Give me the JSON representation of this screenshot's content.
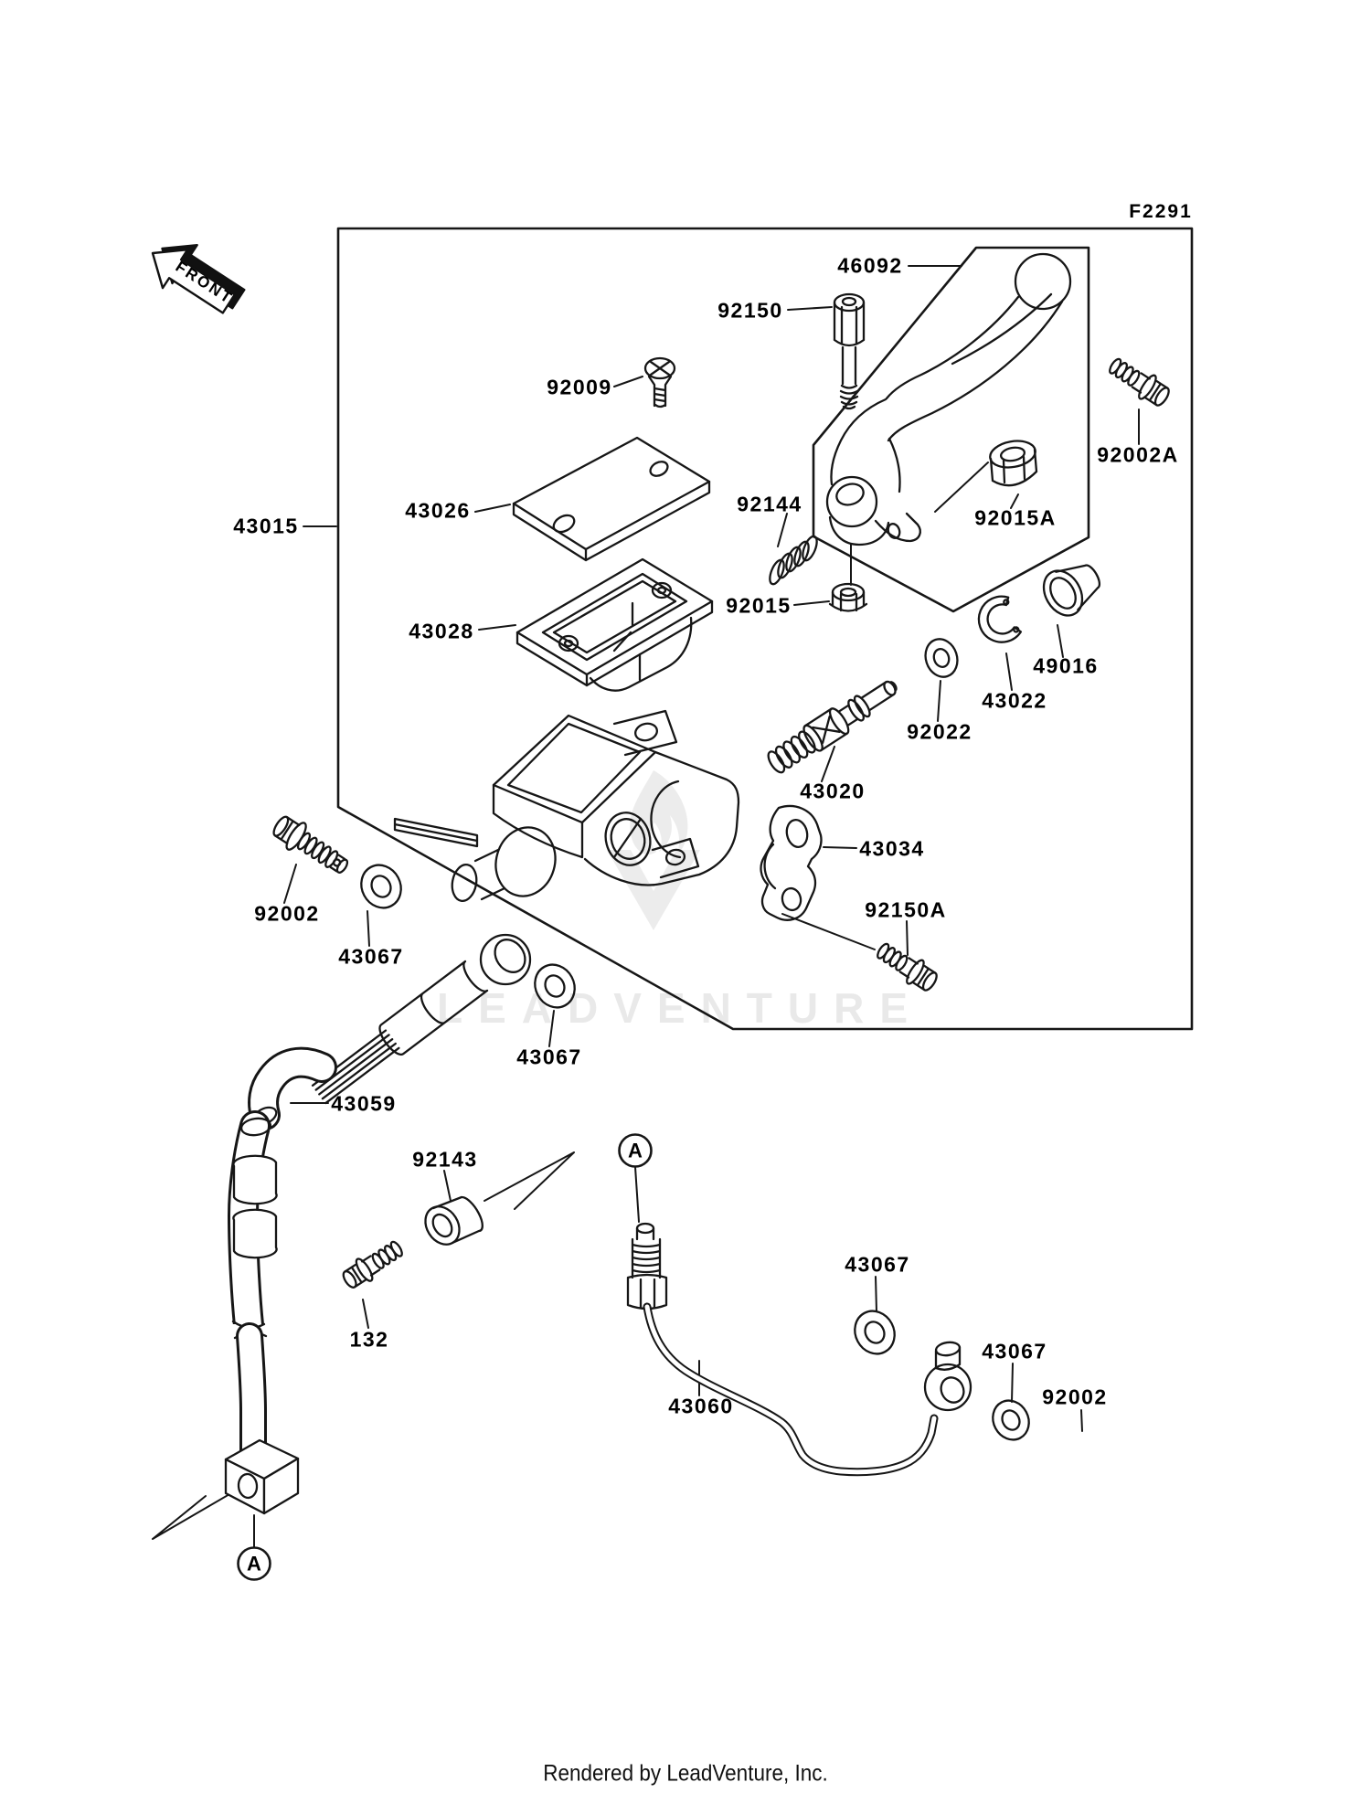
{
  "figure": {
    "code": "F2291",
    "front_label": "FRONT"
  },
  "watermark": {
    "text": "LEADVENTURE",
    "logo_icon": "leadventure-flame-logo",
    "color": "#e9e9e9"
  },
  "footer": {
    "credit": "Rendered by LeadVenture, Inc."
  },
  "connectors": [
    {
      "label": "A"
    },
    {
      "label": "A"
    }
  ],
  "part_labels": [
    {
      "text": "43015"
    },
    {
      "text": "43026"
    },
    {
      "text": "43028"
    },
    {
      "text": "92009"
    },
    {
      "text": "92150"
    },
    {
      "text": "46092"
    },
    {
      "text": "92144"
    },
    {
      "text": "92015"
    },
    {
      "text": "92015A"
    },
    {
      "text": "92002A"
    },
    {
      "text": "49016"
    },
    {
      "text": "43022"
    },
    {
      "text": "92022"
    },
    {
      "text": "43020"
    },
    {
      "text": "43034"
    },
    {
      "text": "92150A"
    },
    {
      "text": "92002"
    },
    {
      "text": "43067"
    },
    {
      "text": "43067"
    },
    {
      "text": "43059"
    },
    {
      "text": "92143"
    },
    {
      "text": "132"
    },
    {
      "text": "43067"
    },
    {
      "text": "43060"
    },
    {
      "text": "43067"
    },
    {
      "text": "92002"
    }
  ]
}
